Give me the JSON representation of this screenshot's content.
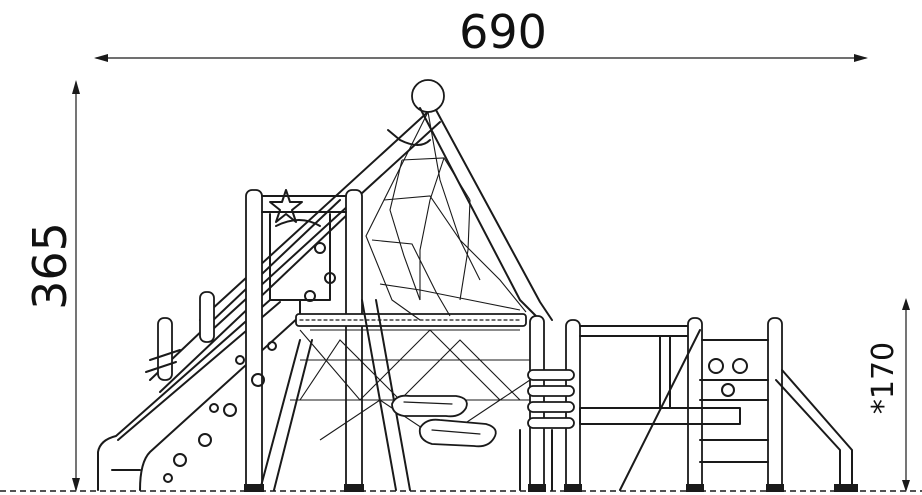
{
  "dimensions": {
    "width_label": "690",
    "height_label": "365",
    "fall_height_label": "*170"
  },
  "colors": {
    "line": "#1a1a1a",
    "background": "#ffffff"
  }
}
